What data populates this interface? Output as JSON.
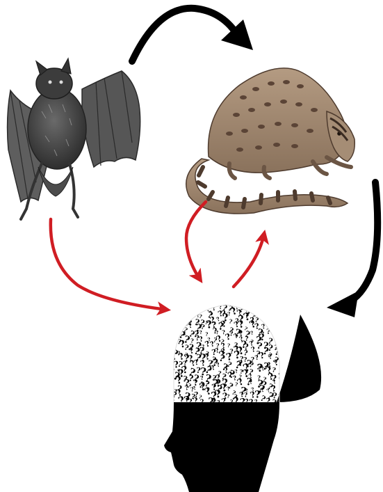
{
  "diagram": {
    "nodes": [
      {
        "id": "bat",
        "depicts": "bat"
      },
      {
        "id": "civet",
        "depicts": "civet"
      },
      {
        "id": "human",
        "depicts": "human-head-with-question-marks"
      }
    ],
    "edges": [
      {
        "from": "bat",
        "to": "civet",
        "color": "#000000"
      },
      {
        "from": "civet",
        "to": "human",
        "color": "#000000"
      },
      {
        "from": "bat",
        "to": "human",
        "color": "#d01d23"
      },
      {
        "from": "civet",
        "to": "human",
        "color": "#d01d23"
      },
      {
        "from": "human",
        "to": "civet",
        "color": "#d01d23"
      }
    ],
    "colors": {
      "black_arrow": "#000000",
      "red_arrow": "#d01d23",
      "silhouette": "#000000",
      "civet_fur": "#9c846c",
      "civet_stripes": "#5b4436",
      "bat_body": "#4a4a4a"
    },
    "icons": {
      "bat": "bat-illustration",
      "civet": "civet-illustration",
      "human": "head-silhouette-question-marks-icon"
    }
  }
}
